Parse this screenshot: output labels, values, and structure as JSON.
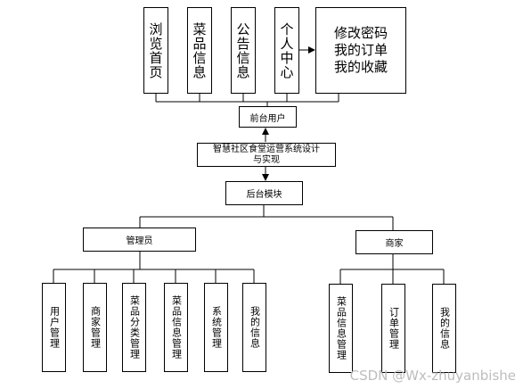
{
  "front_end": {
    "items": [
      {
        "label": "浏览首页"
      },
      {
        "label": "菜品信息"
      },
      {
        "label": "公告信息"
      },
      {
        "label": "个人中心"
      }
    ],
    "user_center_submenu": "修改密码\n我的订单\n我的收藏",
    "group_label": "前台用户"
  },
  "system": {
    "title": "智慧社区食堂运营系统设计\n与实现"
  },
  "back_end": {
    "group_label": "后台模块",
    "admin": {
      "label": "管理员",
      "items": [
        {
          "label": "用户管理"
        },
        {
          "label": "商家管理"
        },
        {
          "label": "菜品分类管理"
        },
        {
          "label": "菜品信息管理"
        },
        {
          "label": "系统管理"
        },
        {
          "label": "我的信息"
        }
      ]
    },
    "merchant": {
      "label": "商家",
      "items": [
        {
          "label": "菜品信息管理"
        },
        {
          "label": "订单管理"
        },
        {
          "label": "我的信息"
        }
      ]
    }
  },
  "watermark": "CSDN @Wx-zhuyanbishe"
}
